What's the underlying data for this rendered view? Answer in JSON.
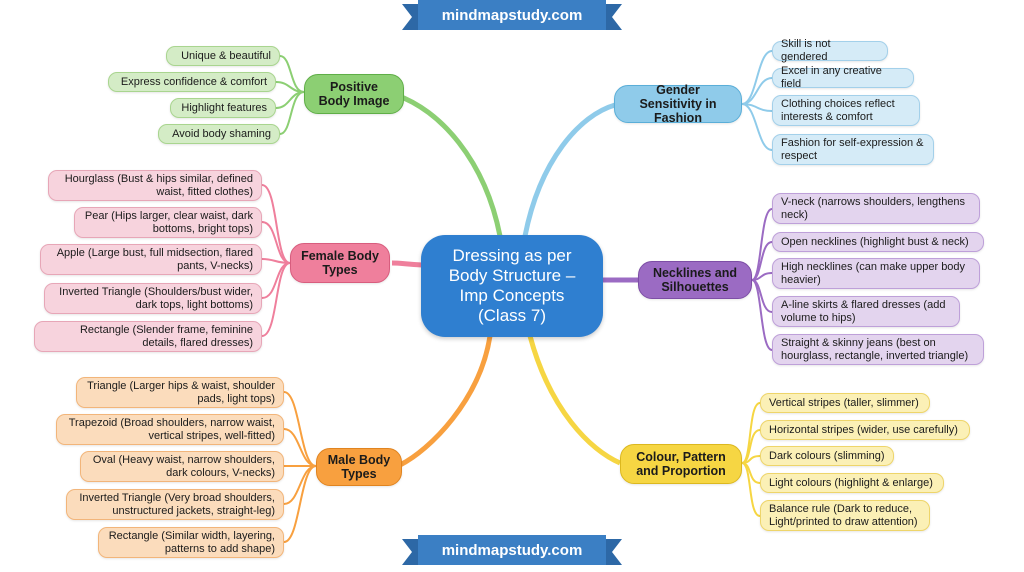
{
  "banner_top": "mindmapstudy.com",
  "banner_bottom": "mindmapstudy.com",
  "center": "Dressing as per Body Structure – Imp Concepts (Class 7)",
  "branches": [
    {
      "label": "Positive Body Image",
      "color": "#8ccf73",
      "items": [
        "Unique & beautiful",
        "Express confidence & comfort",
        "Highlight features",
        "Avoid body shaming"
      ]
    },
    {
      "label": "Female Body Types",
      "color": "#ef7f9c",
      "items": [
        "Hourglass (Bust & hips similar, defined waist, fitted clothes)",
        "Pear (Hips larger, clear waist, dark bottoms, bright tops)",
        "Apple (Large bust, full midsection, flared pants, V-necks)",
        "Inverted Triangle (Shoulders/bust wider, dark tops, light bottoms)",
        "Rectangle (Slender frame, feminine details, flared dresses)"
      ]
    },
    {
      "label": "Male Body Types",
      "color": "#f8a03f",
      "items": [
        "Triangle (Larger hips & waist, shoulder pads, light tops)",
        "Trapezoid (Broad shoulders, narrow waist, vertical stripes, well-fitted)",
        "Oval (Heavy waist, narrow shoulders, dark colours, V-necks)",
        "Inverted Triangle (Very broad shoulders, unstructured jackets, straight-leg)",
        "Rectangle (Similar width, layering, patterns to add shape)"
      ]
    },
    {
      "label": "Gender Sensitivity in Fashion",
      "color": "#8fcbea",
      "items": [
        "Skill is not gendered",
        "Excel in any creative field",
        "Clothing choices reflect interests & comfort",
        "Fashion for self-expression & respect"
      ]
    },
    {
      "label": "Necklines and Silhouettes",
      "color": "#9b6bc3",
      "items": [
        "V-neck (narrows shoulders, lengthens neck)",
        "Open necklines (highlight bust & neck)",
        "High necklines (can make upper body heavier)",
        "A-line skirts & flared dresses (add volume to hips)",
        "Straight & skinny jeans (best on hourglass, rectangle, inverted triangle)"
      ]
    },
    {
      "label": "Colour, Pattern and Proportion",
      "color": "#f6d643",
      "items": [
        "Vertical stripes (taller, slimmer)",
        "Horizontal stripes (wider, use carefully)",
        "Dark colours (slimming)",
        "Light colours (highlight & enlarge)",
        "Balance rule (Dark to reduce, Light/printed to draw attention)"
      ]
    }
  ]
}
